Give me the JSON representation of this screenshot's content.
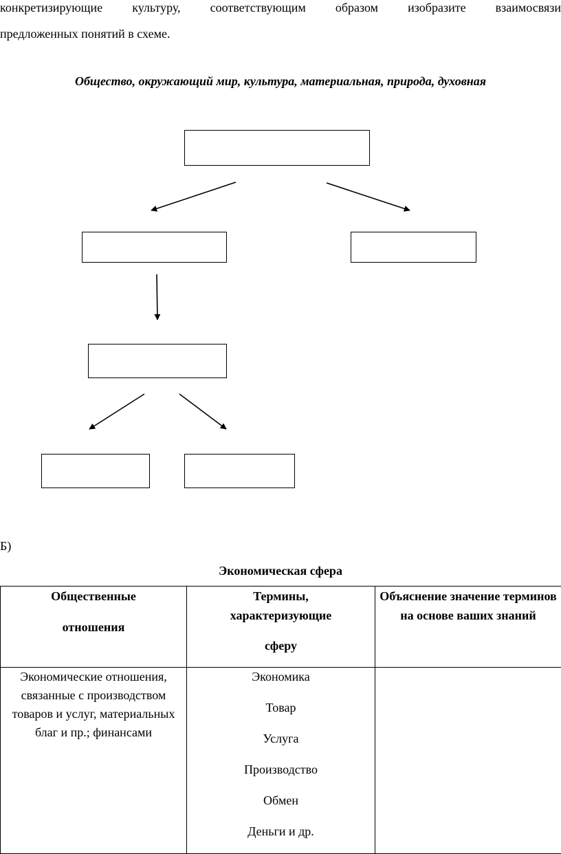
{
  "intro": {
    "line1": "конкретизирующие культуру, соответствующим образом изобразите взаимосвязи",
    "line2": "предложенных понятий в схеме."
  },
  "concepts_list": "Общество, окружающий мир, культура, материальная, природа, духовная",
  "section_b": {
    "label": "Б)",
    "title": "Экономическая сфера",
    "headers": {
      "col1_line1": "Общественные",
      "col1_line2": "отношения",
      "col2_line1": "Термины,",
      "col2_line2": "характеризующие",
      "col2_line3": "сферу",
      "col3": "Объяснение значение терминов на основе ваших знаний"
    },
    "row": {
      "relations": "Экономические отношения, связанные с производством товаров и услуг, материальных благ и пр.; финансами",
      "terms": [
        "Экономика",
        "Товар",
        "Услуга",
        "Производство",
        "Обмен",
        "Деньги и др."
      ],
      "explanation": ""
    }
  }
}
